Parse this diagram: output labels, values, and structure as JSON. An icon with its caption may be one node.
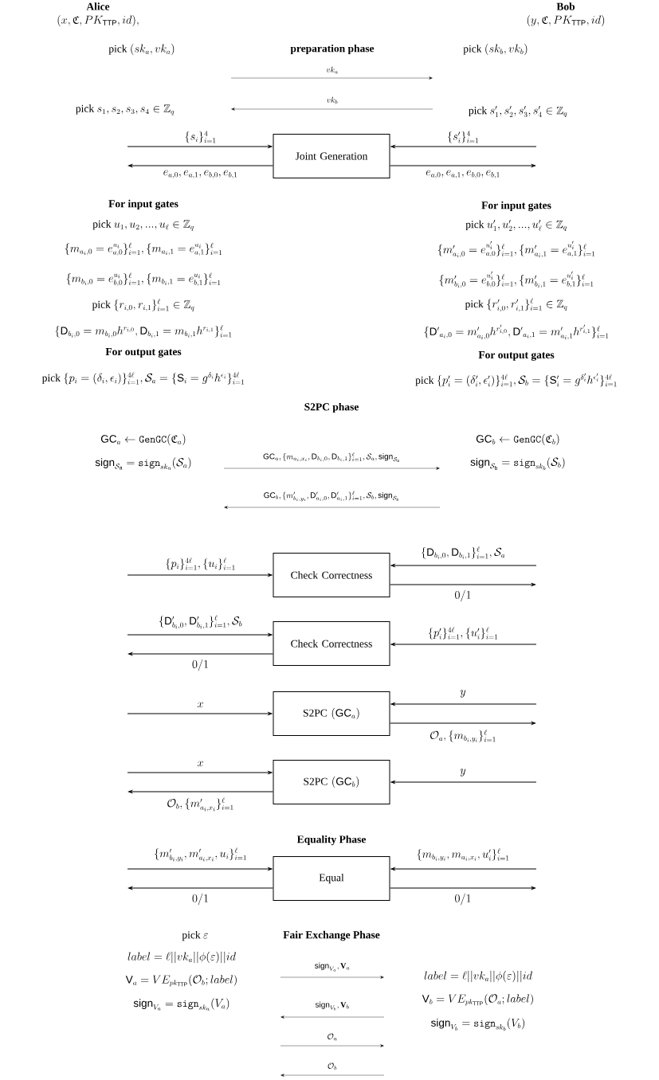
{
  "diagram": {
    "nodes": [
      {
        "text": [
          "Joint Generation"
        ]
      },
      {
        "text": [
          "Check Correctness"
        ]
      },
      {
        "text": [
          "Check Correctness"
        ]
      },
      {
        "text": [
          "\\text{S2PC } (\\mathsf{GC}_a)"
        ]
      },
      {
        "text": [
          "\\text{S2PC } (\\mathsf{GC}_b)"
        ]
      },
      {
        "text": [
          "Equal"
        ]
      }
    ],
    "edges": [
      {
        "from": null,
        "to": 0,
        "arrow": "to",
        "label": "\\{s_i\\}_{i=1}^{4}"
      },
      {
        "from": 0,
        "to": null,
        "arrow": "to",
        "label": "e_{a,0}, e_{a,1}, e_{b,0}, e_{b,1}"
      },
      {
        "from": null,
        "to": 0,
        "arrow": "to",
        "label": "\\{s'_i\\}_{i=1}^{4}"
      },
      {
        "from": 0,
        "to": null,
        "arrow": "to",
        "label": "e_{a,0}, e_{a,1}, e_{b,0}, e_{b,1}"
      },
      {
        "from": null,
        "to": 1,
        "arrow": "to",
        "label": "\\{p_i\\}_{i=1}^{4\\ell}, \\{u_i\\}_{i=1}^{\\ell}"
      },
      {
        "from": null,
        "to": 1,
        "arrow": "to",
        "label": "\\{\\mathsf{D}_{b_i,0}, \\mathsf{D}_{b_i,1}\\}_{i=1}^{\\ell}, \\mathcal{S}_a"
      },
      {
        "from": 1,
        "to": null,
        "arrow": "to",
        "label": "0/1"
      },
      {
        "from": null,
        "to": 2,
        "arrow": "to",
        "label": "\\{\\mathsf{D}'_{b_i,0}, \\mathsf{D}'_{b_i,1}\\}_{i=1}^{\\ell}, \\mathcal{S}_b"
      },
      {
        "from": 2,
        "to": null,
        "arrow": "to",
        "label": "0/1"
      },
      {
        "from": null,
        "to": 2,
        "arrow": "to",
        "label": "\\{p'_i\\}_{i=1}^{4\\ell}, \\{u'_i\\}_{i=1}^{\\ell}"
      },
      {
        "from": null,
        "to": 3,
        "arrow": "to",
        "label": "x"
      },
      {
        "from": null,
        "to": 3,
        "arrow": "to",
        "label": "y"
      },
      {
        "from": 3,
        "to": null,
        "arrow": "to",
        "label": "\\mathcal{O}_a, \\{m_{b_i,y_i}\\}_{i=1}^{\\ell}"
      },
      {
        "from": null,
        "to": 4,
        "arrow": "to",
        "label": "x"
      },
      {
        "from": 4,
        "to": null,
        "arrow": "to",
        "label": "\\mathcal{O}_b, \\{m'_{a_i,x_i}\\}_{i=1}^{\\ell}"
      },
      {
        "from": null,
        "to": 4,
        "arrow": "to",
        "label": "y"
      },
      {
        "from": null,
        "to": 5,
        "arrow": "to",
        "label": "\\{m'_{b_i,y_i}, m'_{a_i,x_i}, u_i\\}_{i=1}^{\\ell}"
      },
      {
        "from": 5,
        "to": null,
        "arrow": "to",
        "label": "0/1"
      },
      {
        "from": null,
        "to": 5,
        "arrow": "to",
        "label": "\\{m_{b_i,y_i}, m_{a_i,x_i}, u'_i\\}_{i=1}^{\\ell}"
      },
      {
        "from": 5,
        "to": null,
        "arrow": "to",
        "label": "0/1"
      }
    ],
    "labels": [
      "Alice",
      "(x, \\mathfrak{C}, PK_{\\mathsf{TTP}}, id),",
      "Bob",
      "(y, \\mathfrak{C}, PK_{\\mathsf{TTP}}, id)",
      "\\text{pick } (sk_a, vk_a)",
      "preparation phase",
      "\\text{pick } (sk_b, vk_b)",
      "vk_a",
      "\\text{pick } s_1, s_2, s_3, s_4 \\in \\mathbb{Z}_q",
      "vk_b",
      "\\text{pick } s'_1, s'_2, s'_3, s'_4 \\in \\mathbb{Z}_q",
      "For input gates",
      "\\text{pick } u_1, u_2, ..., u_\\ell \\in \\mathbb{Z}_q",
      "\\{m_{a_i,0} = e_{a,0}^{u_i}\\}_{i=1}^{\\ell}, \\{m_{a_i,1} = e_{a,1}^{u_i}\\}_{i=1}^{\\ell}",
      "\\{m_{b_i,0} = e_{b,0}^{u_i}\\}_{i=1}^{\\ell}, \\{m_{b_i,1} = e_{b,1}^{u_i}\\}_{i=1}^{\\ell}",
      "\\text{pick } \\{r_{i,0}, r_{i,1}\\}_{i=1}^{\\ell} \\in \\mathbb{Z}_q",
      "\\{\\mathsf{D}_{b_i,0} = m_{b_i,0} h^{r_{i,0}}, \\mathsf{D}_{b_i,1} = m_{b_i,1} h^{r_{i,1}}\\}_{i=1}^{\\ell}",
      "For output gates",
      "\\text{pick } \\{p_i = (\\delta_i, \\epsilon_i)\\}_{i=1}^{4\\ell}, \\mathcal{S}_a = \\{\\mathsf{S}_i = g^{\\delta_i} h^{\\epsilon_i}\\}_{i=1}^{4\\ell}",
      "For input gates",
      "\\text{pick } u'_1, u'_2, ..., u'_\\ell \\in \\mathbb{Z}_q",
      "\\{m'_{a_i,0} = e_{a,0}^{u'_i}\\}_{i=1}^{\\ell}, \\{m'_{a_i,1} = e_{a,1}^{u'_i}\\}_{i=1}^{\\ell}",
      "\\{m'_{b_i,0} = e_{b,0}^{u'_i}\\}_{i=1}^{\\ell}, \\{m'_{b_i,1} = e_{b,1}^{u'_i}\\}_{i=1}^{\\ell}",
      "\\text{pick } \\{r'_{i,0}, r'_{i,1}\\}_{i=1}^{\\ell} \\in \\mathbb{Z}_q",
      "\\{\\mathsf{D'}_{a_i,0} = m'_{a_i,0} h^{r'_{i,0}}, \\mathsf{D'}_{a_i,1} = m'_{a_i,1} h^{r'_{i,1}}\\}_{i=1}^{\\ell}",
      "For output gates",
      "\\text{pick } \\{p'_i = (\\delta'_i, \\epsilon'_i)\\}_{i=1}^{4\\ell}, \\mathcal{S}_b = \\{\\mathsf{S}'_i = g^{\\delta'_i} h^{\\epsilon'_i}\\}_{i=1}^{4\\ell}",
      "S2PC phase",
      "\\mathsf{GC}_a \\leftarrow \\mathtt{GenGC}(\\mathfrak{C}_a)",
      "\\mathsf{GC}_b \\leftarrow \\mathtt{GenGC}(\\mathfrak{C}_b)",
      "\\mathsf{sign}_{\\mathcal{S}_\\mathsf{a}} = \\mathtt{sign}_{sk_a}(\\mathcal{S}_a)",
      "\\mathsf{GC}_a, \\{m_{a_i,x_i}, \\mathsf{D}_{b_i,0}, \\mathsf{D}_{b_i,1}\\}_{i=1}^{\\ell}, \\mathcal{S}_a, \\mathsf{sign}_{\\mathcal{S}_\\mathsf{a}}",
      "\\mathsf{sign}_{\\mathcal{S}_\\mathsf{b}} = \\mathtt{sign}_{sk_b}(\\mathcal{S}_b)",
      "\\mathsf{GC}_b, \\{m'_{b_i,y_i}, \\mathsf{D}'_{a_i,0}, \\mathsf{D}'_{a_i,1}\\}_{i=1}^{\\ell}, \\mathcal{S}_b, \\mathsf{sign}_{\\mathcal{S}_\\mathsf{b}}",
      "Equality Phase",
      "\\text{pick } \\varepsilon",
      "Fair Exchange Phase",
      "label = \\ell || vk_a || \\phi(\\varepsilon) || id",
      "\\mathsf{V}_a = VE_{pk_{\\mathsf{TTP}}}(\\mathcal{O}_b; label)",
      "\\mathsf{sign}_{V_a}, \\mathbf{V}_a",
      "label = \\ell || vk_a || \\phi(\\varepsilon) || id",
      "\\mathsf{sign}_{V_a} = \\mathtt{sign}_{sk_a}(V_a)",
      "\\mathsf{V}_b = VE_{pk_{\\mathsf{TTP}}}(\\mathcal{O}_a; label)",
      "\\mathsf{sign}_{V_b}, \\mathbf{V}_b",
      "\\mathsf{sign}_{V_b} = \\mathtt{sign}_{sk_b}(V_b)",
      "\\mathcal{O}_a",
      "\\mathcal{O}_b"
    ]
  }
}
